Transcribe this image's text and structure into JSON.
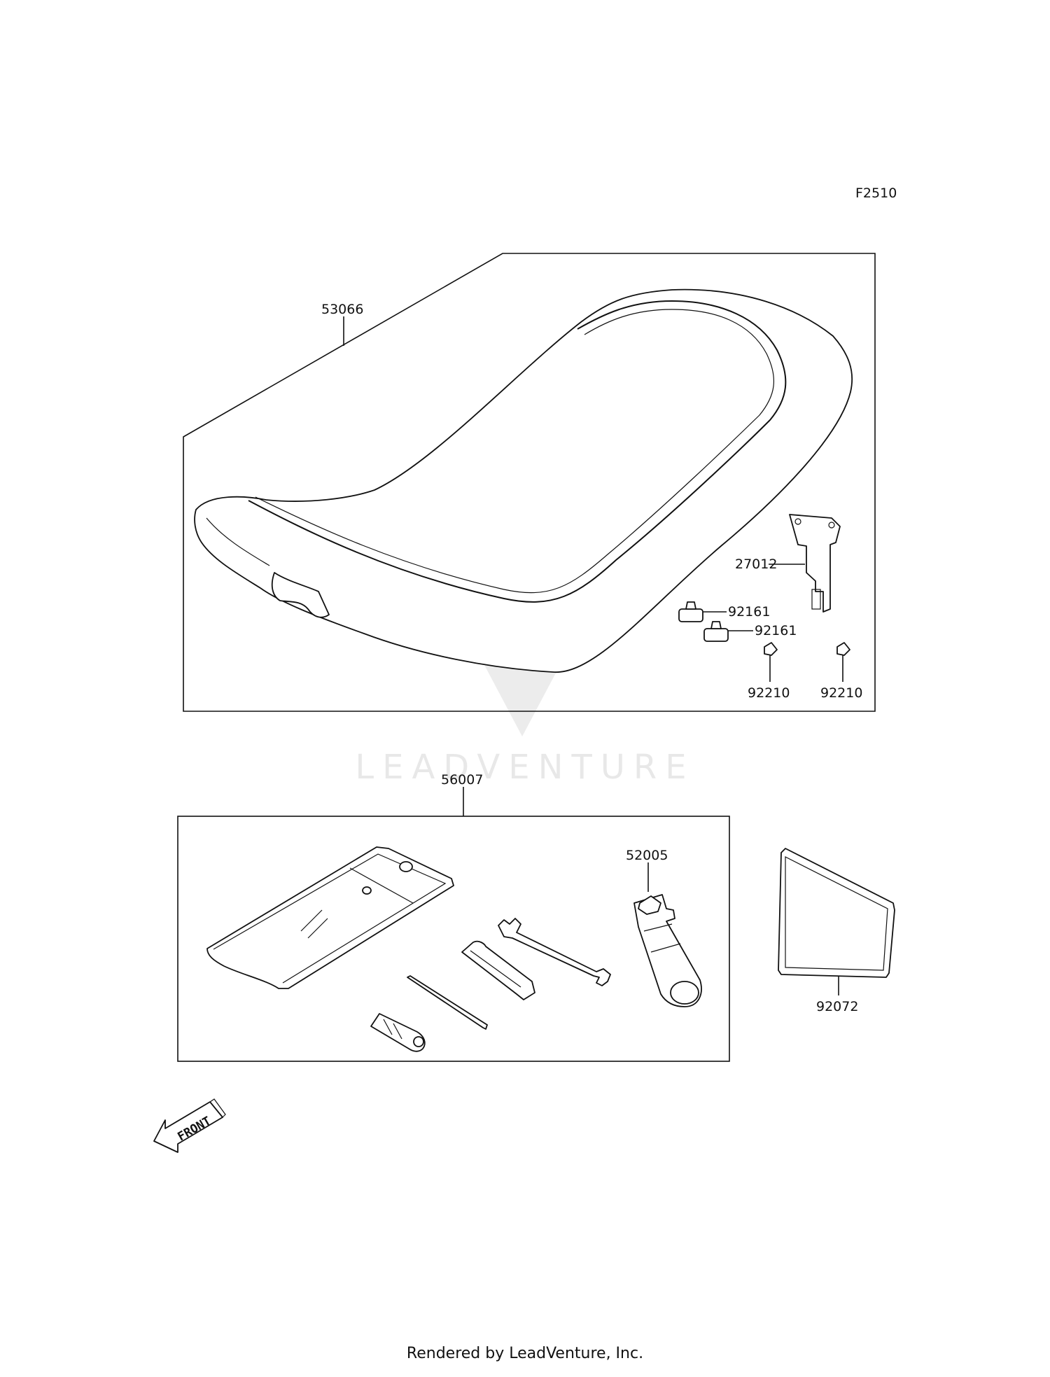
{
  "diagram": {
    "figure_code": "F2510",
    "watermark": "LEADVENTURE",
    "footer": "Rendered by LeadVenture, Inc.",
    "front_label": "FRONT",
    "seat_group": {
      "assembly_part": "53066",
      "parts": {
        "bracket": "27012",
        "cushion_upper": "92161",
        "cushion_lower": "92161",
        "nut_left": "92210",
        "nut_right": "92210"
      }
    },
    "tool_group": {
      "assembly_part": "56007",
      "parts": {
        "spark_plug_wrench": "52005"
      }
    },
    "manual_part": "92072"
  }
}
